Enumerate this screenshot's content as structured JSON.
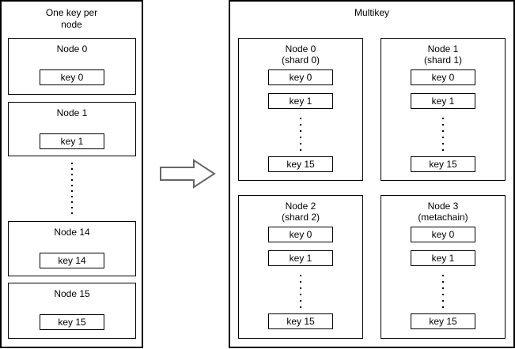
{
  "diagram": {
    "colors": {
      "line": "#000000",
      "background": "#ffffff",
      "arrow_stroke": "#666666"
    },
    "left_panel": {
      "title_lines": [
        "One key per",
        "node"
      ],
      "ellipsis_dots": 10,
      "nodes": [
        {
          "label": "Node 0",
          "key": "key 0"
        },
        {
          "label": "Node 1",
          "key": "key 1"
        },
        {
          "label": "Node 14",
          "key": "key 14"
        },
        {
          "label": "Node 15",
          "key": "key 15"
        }
      ]
    },
    "arrow": {
      "icon": "right-arrow",
      "stroke": "#666666"
    },
    "right_panel": {
      "title": "Multikey",
      "ellipsis_dots": 6,
      "nodes": [
        {
          "title": "Node 0",
          "subtitle": "(shard 0)",
          "keys_top": [
            "key 0",
            "key 1"
          ],
          "key_bottom": "key 15"
        },
        {
          "title": "Node 1",
          "subtitle": "(shard 1)",
          "keys_top": [
            "key 0",
            "key 1"
          ],
          "key_bottom": "key 15"
        },
        {
          "title": "Node 2",
          "subtitle": "(shard 2)",
          "keys_top": [
            "key 0",
            "key 1"
          ],
          "key_bottom": "key 15"
        },
        {
          "title": "Node 3",
          "subtitle": "(metachain)",
          "keys_top": [
            "key 0",
            "key 1"
          ],
          "key_bottom": "key 15"
        }
      ]
    }
  }
}
